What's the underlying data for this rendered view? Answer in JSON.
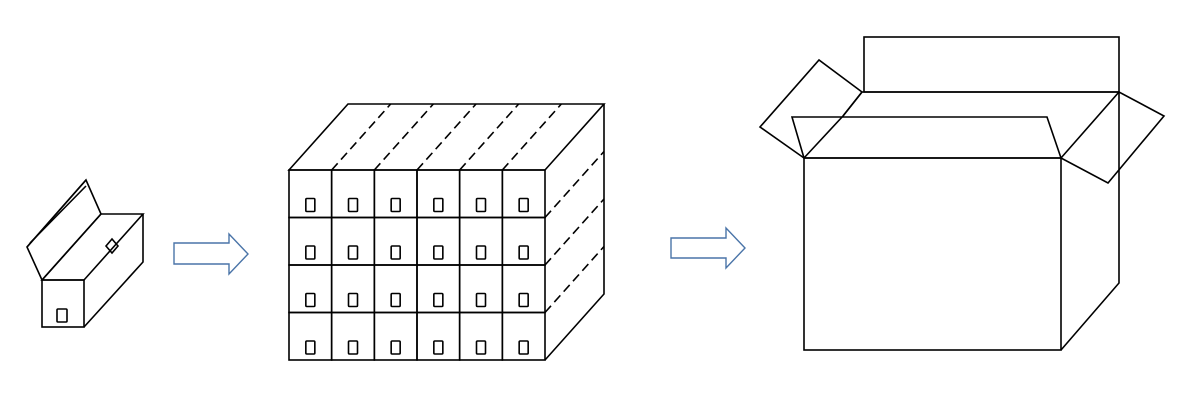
{
  "diagram": {
    "stages": [
      "single-product-box",
      "grouped-product-block",
      "shipping-carton"
    ],
    "grid": {
      "columns": 6,
      "rows": 4
    },
    "colors": {
      "line": "#000000",
      "arrow": "#4a74a8"
    }
  }
}
